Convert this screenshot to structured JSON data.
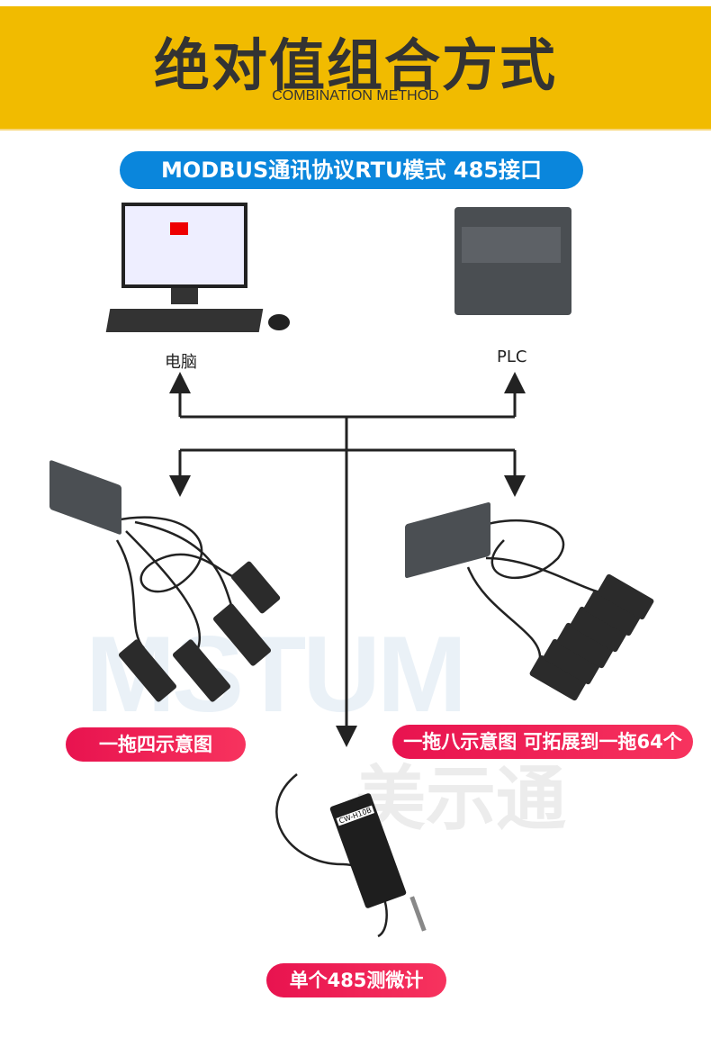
{
  "header": {
    "title": "绝对值组合方式",
    "subtitle": "COMBINATION METHOD"
  },
  "protocol_label": "MODBUS通讯协议RTU模式 485接口",
  "devices": {
    "computer": "电脑",
    "plc": "PLC"
  },
  "configs": {
    "one_to_four": "一拖四示意图",
    "one_to_eight": "一拖八示意图 可拓展到一拖64个",
    "single": "单个485测微计"
  },
  "sensor_model": "CW-H10B",
  "watermark": {
    "latin": "MSTUM",
    "cn": "美示通"
  },
  "colors": {
    "header": "#f1bb00",
    "blue_pill": "#0a86dc",
    "red_pill": "#e8134f"
  }
}
